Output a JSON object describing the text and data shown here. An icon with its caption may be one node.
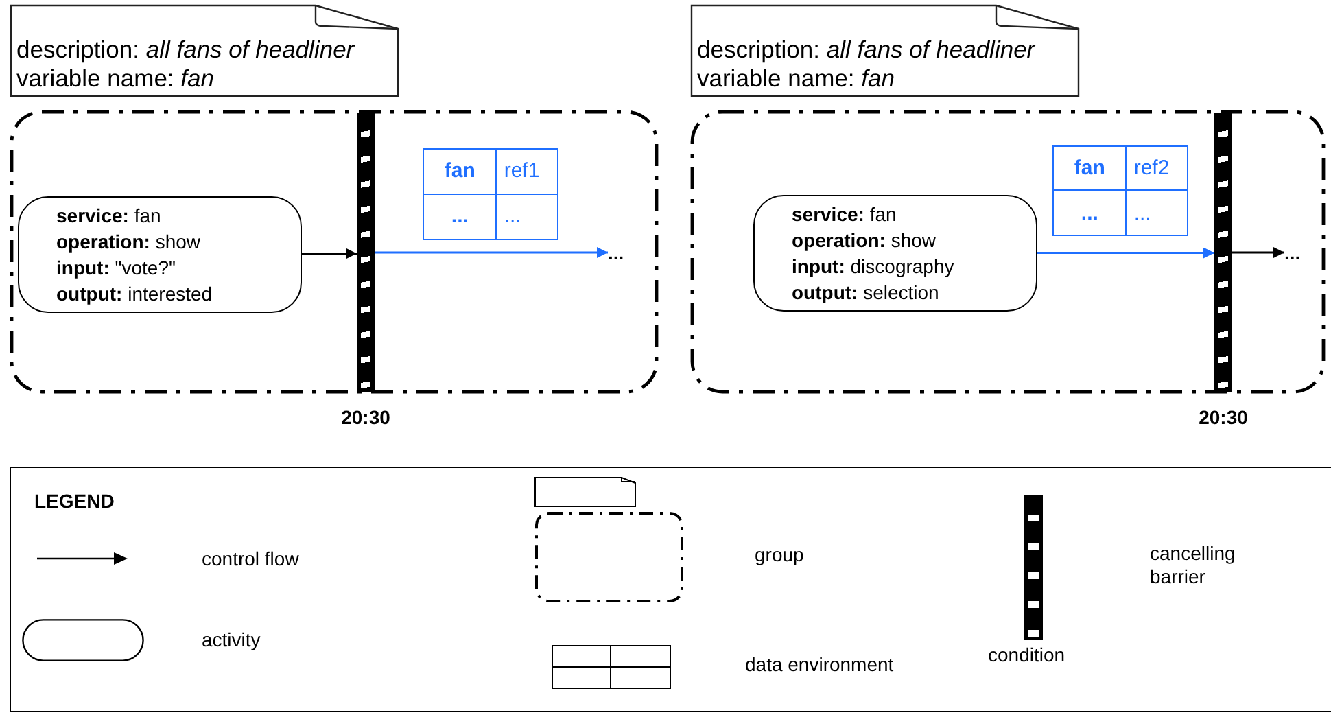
{
  "diagram": {
    "nodes": [
      {
        "text": [
          "description: *all fans of headliner*",
          "variable name: *fan*"
        ]
      },
      {
        "text": [],
        "shape": "box"
      },
      {
        "text": [
          "**service:** fan",
          "**operation:** show",
          "**input:** \"vote?\"",
          "**output:** interested"
        ],
        "in": 1
      },
      {
        "text": [],
        "shape": "bar",
        "in": 1,
        "beside": [
          "20:30"
        ]
      },
      {
        "text": [
          "fan",
          "ref1",
          "...",
          "..."
        ],
        "in": 1
      },
      {
        "text": [
          "..."
        ],
        "in": 1
      },
      {
        "text": [
          "description: *all fans of headliner*",
          "variable name: *fan*"
        ]
      },
      {
        "text": [],
        "shape": "box"
      },
      {
        "text": [
          "**service:** fan",
          "**operation:** show",
          "**input:** discography",
          "**output:** selection"
        ],
        "in": 7
      },
      {
        "text": [
          "fan",
          "ref2",
          "...",
          "..."
        ],
        "in": 7
      },
      {
        "text": [],
        "shape": "bar",
        "in": 7,
        "beside": [
          "20:30"
        ]
      },
      {
        "text": [
          "..."
        ],
        "in": 7
      }
    ],
    "edges": [
      {
        "from": 2,
        "to": 3,
        "arrow": "to"
      },
      {
        "from": 3,
        "to": 5,
        "arrow": "to",
        "color": "#1f6fff"
      },
      {
        "from": 8,
        "to": 10,
        "arrow": "to",
        "color": "#1f6fff"
      },
      {
        "from": 10,
        "to": 11,
        "arrow": "to"
      }
    ],
    "labels": [
      "LEGEND",
      "condition"
    ],
    "legend": [
      {
        "text": "control flow"
      },
      {
        "text": "activity"
      },
      {
        "text": "group"
      },
      {
        "text": "data environment"
      },
      {
        "text": "cancelling barrier"
      }
    ]
  }
}
